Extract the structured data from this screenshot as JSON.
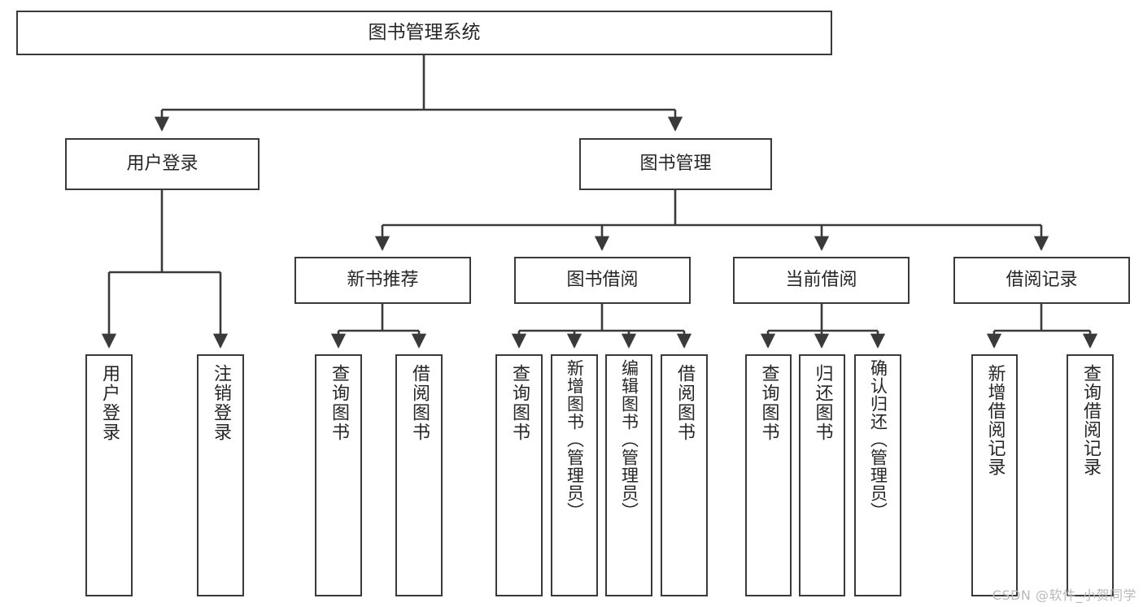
{
  "diagram": {
    "title": "图书管理系统",
    "type": "tree-hierarchy-chart",
    "line_color": "#3a3a3a",
    "box_fill": "#ffffff",
    "text_color": "#262626"
  },
  "nodes": {
    "root": {
      "label": "图书管理系统"
    },
    "level2": [
      {
        "label": "用户登录"
      },
      {
        "label": "图书管理"
      }
    ],
    "level3": [
      {
        "label": "新书推荐"
      },
      {
        "label": "图书借阅"
      },
      {
        "label": "当前借阅"
      },
      {
        "label": "借阅记录"
      }
    ],
    "leaves": {
      "user_login": [
        {
          "label": "用户登录"
        },
        {
          "label": "注销登录"
        }
      ],
      "new_book_recommend": [
        {
          "label": "查询图书"
        },
        {
          "label": "借阅图书"
        }
      ],
      "book_borrow": [
        {
          "label": "查询图书"
        },
        {
          "label": "新增图书（管理员）"
        },
        {
          "label": "编辑图书（管理员）"
        },
        {
          "label": "借阅图书"
        }
      ],
      "current_borrow": [
        {
          "label": "查询图书"
        },
        {
          "label": "归还图书"
        },
        {
          "label": "确认归还（管理员）"
        }
      ],
      "borrow_record": [
        {
          "label": "新增借阅记录"
        },
        {
          "label": "查询借阅记录"
        }
      ]
    }
  },
  "watermark": {
    "text": "CSDN @软件_小贺同学"
  }
}
